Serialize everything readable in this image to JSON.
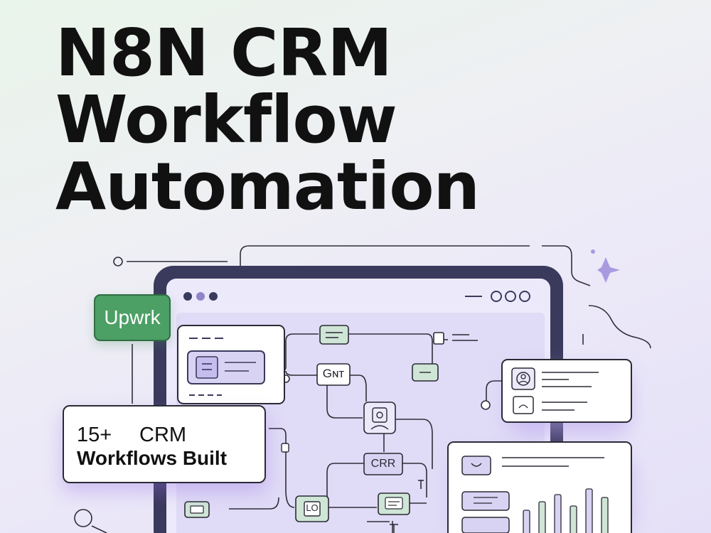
{
  "title": {
    "line1": "N8N CRM",
    "line2": "Workflow",
    "line3": "Automation"
  },
  "badge": {
    "label": "Upwrk"
  },
  "stat_card": {
    "count": "15+",
    "label_top": "CRM",
    "label_bottom": "Workflows Built"
  },
  "nodes": {
    "gnt": "Gɴт",
    "crr": "CRR",
    "lo": "LO"
  },
  "colors": {
    "tablet_frame": "#3a3a5c",
    "screen": "#e4e0f8",
    "node_green": "#cfe5d6",
    "node_purple": "#d9d3f3",
    "badge_green": "#4c9f65",
    "glow_purple": "#b6a0ef"
  },
  "icons": [
    "user-icon",
    "profile-icon",
    "chart-icon",
    "sparkle-icon",
    "window-dots-icon"
  ]
}
